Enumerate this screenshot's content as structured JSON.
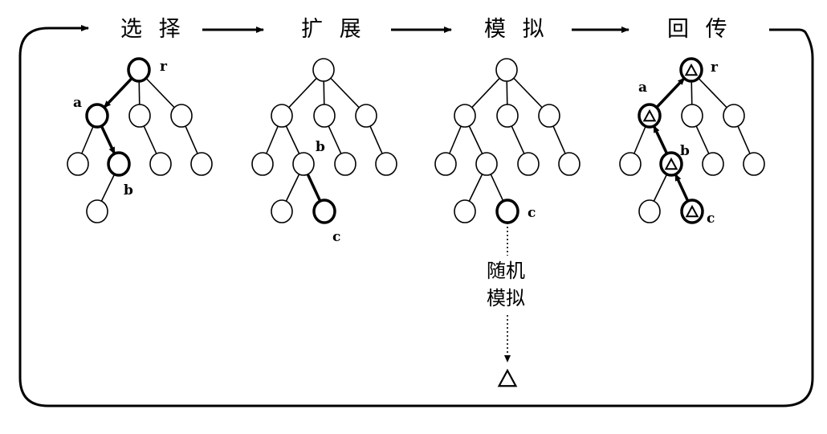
{
  "stages": [
    {
      "id": "select",
      "title": "选 择"
    },
    {
      "id": "expand",
      "title": "扩 展"
    },
    {
      "id": "simulate",
      "title": "模 拟"
    },
    {
      "id": "backprop",
      "title": "回 传"
    }
  ],
  "node_labels": {
    "select": {
      "r": "r",
      "a": "a",
      "b": "b"
    },
    "expand": {
      "b": "b",
      "c": "c"
    },
    "simulate": {
      "c": "c"
    },
    "backprop": {
      "r": "r",
      "a": "a",
      "b": "b",
      "c": "c"
    }
  },
  "simulation_text": {
    "line1": "随机",
    "line2": "模拟"
  },
  "result_symbol": "Δ",
  "colors": {
    "line": "#000000",
    "node_fill": "#ffffff",
    "background": "#ffffff"
  }
}
